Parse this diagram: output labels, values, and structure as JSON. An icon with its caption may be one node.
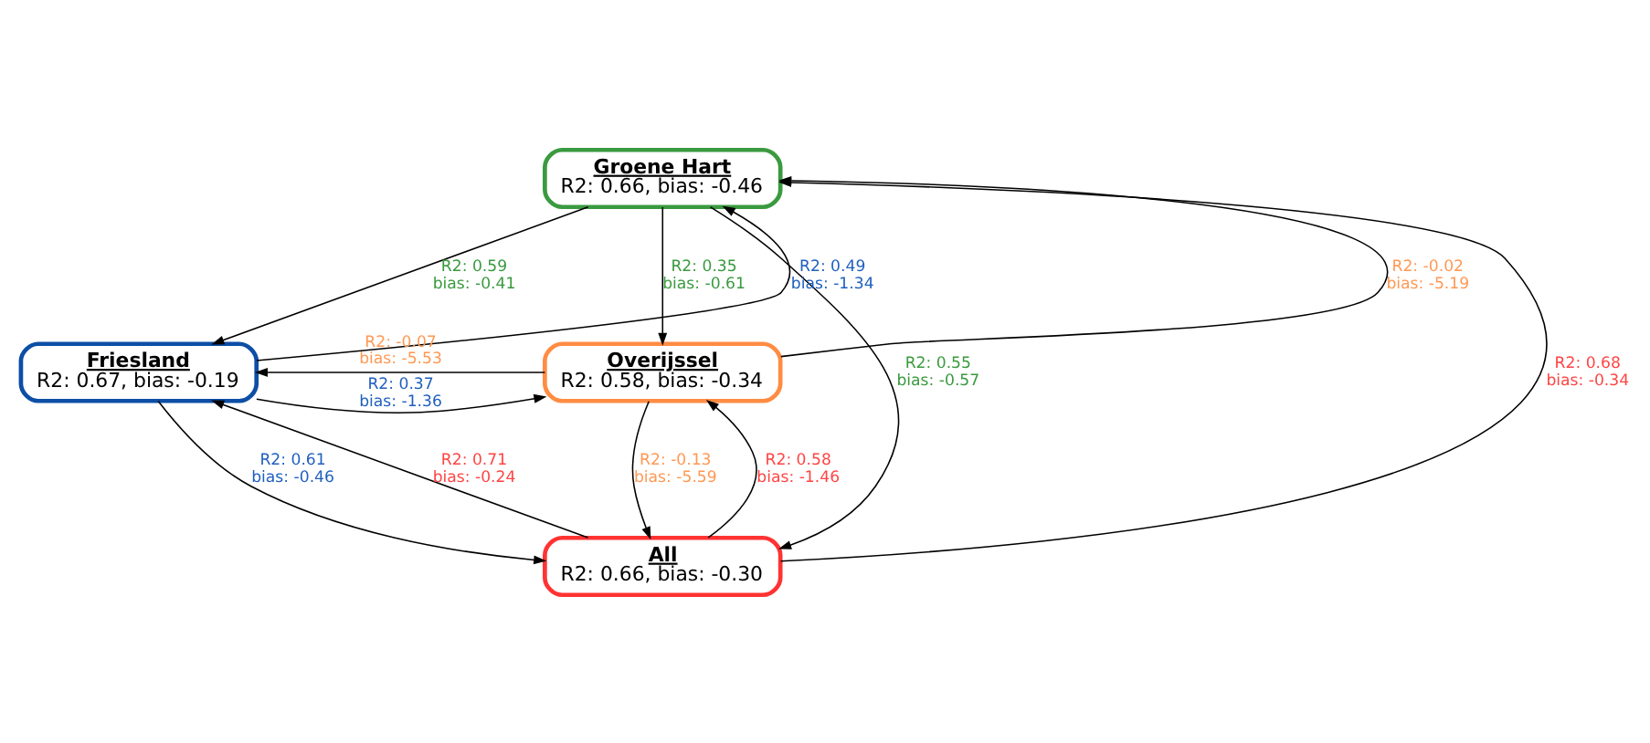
{
  "diagram": {
    "nodes": [
      {
        "text": [
          "Groene Hart",
          "R2: 0.66, bias: -0.46"
        ]
      },
      {
        "text": [
          "Friesland",
          "R2: 0.67, bias: -0.19"
        ]
      },
      {
        "text": [
          "Overijssel",
          "R2: 0.58, bias: -0.34"
        ]
      },
      {
        "text": [
          "All",
          "R2: 0.66, bias: -0.30"
        ]
      }
    ],
    "edges": [
      {
        "from": 1,
        "to": 0,
        "arrow": "to",
        "label": "R2: 0.49 bias: -1.34"
      },
      {
        "from": 2,
        "to": 0,
        "arrow": "to",
        "label": "R2: -0.02 bias: -5.19"
      },
      {
        "from": 0,
        "to": 1,
        "arrow": "to",
        "label": "R2: 0.59 bias: -0.41"
      },
      {
        "from": 0,
        "to": 2,
        "arrow": "to",
        "label": "R2: 0.35 bias: -0.61"
      },
      {
        "from": 3,
        "to": 0,
        "arrow": "to",
        "label": "R2: 0.68 bias: -0.34"
      },
      {
        "from": 2,
        "to": 1,
        "arrow": "to",
        "label": "R2: -0.07 bias: -5.53"
      },
      {
        "from": 1,
        "to": 2,
        "arrow": "to",
        "label": "R2: 0.37 bias: -1.36"
      },
      {
        "from": 0,
        "to": 3,
        "arrow": "to",
        "label": "R2: 0.55 bias: -0.57"
      },
      {
        "from": 3,
        "to": 1,
        "arrow": "to",
        "label": "R2: 0.71 bias: -0.24"
      },
      {
        "from": 3,
        "to": 2,
        "arrow": "to",
        "label": "R2: 0.58 bias: -1.46"
      },
      {
        "from": 1,
        "to": 3,
        "arrow": "to",
        "label": "R2: 0.61 bias: -0.46"
      },
      {
        "from": 2,
        "to": 3,
        "arrow": "to",
        "label": "R2: -0.13 bias: -5.59"
      }
    ]
  }
}
